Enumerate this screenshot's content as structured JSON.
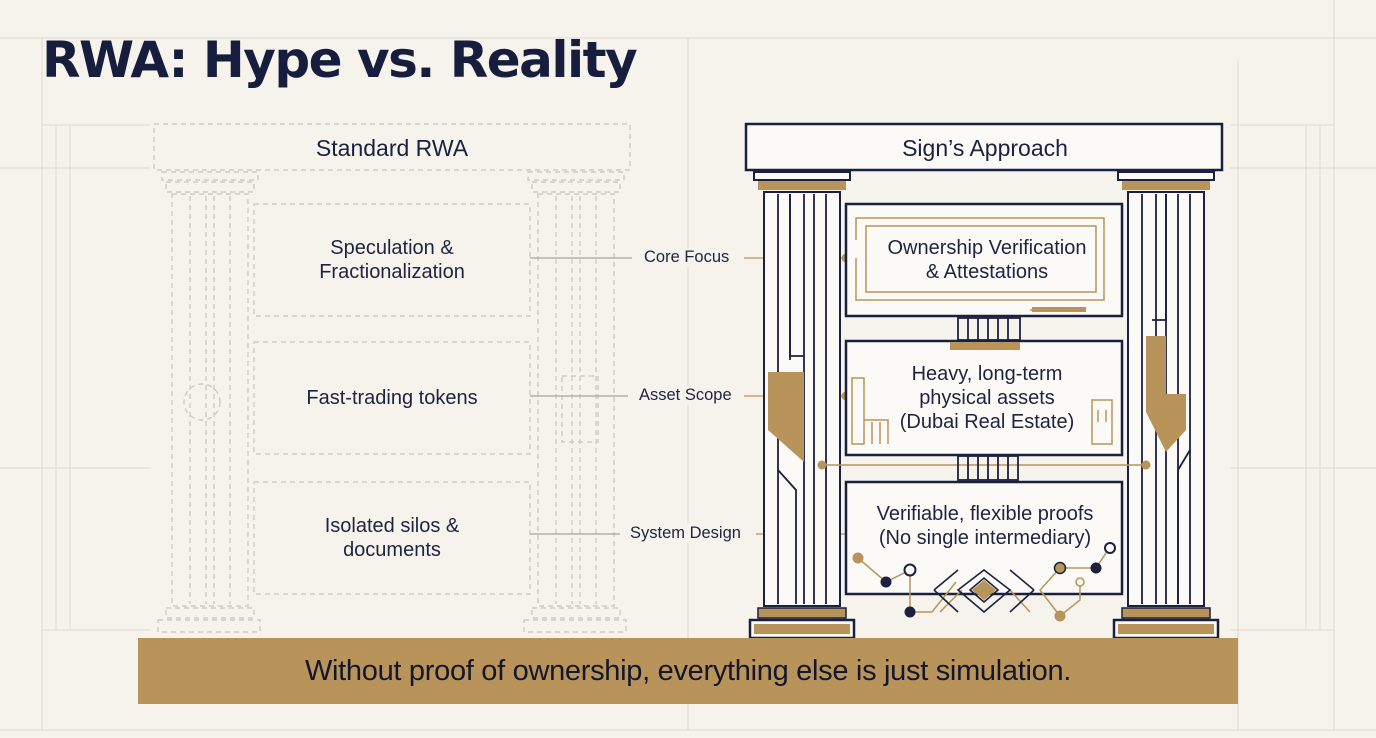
{
  "title": "RWA: Hype vs. Reality",
  "columns": {
    "left_header": "Standard RWA",
    "right_header": "Sign’s Approach"
  },
  "rows": [
    {
      "label": "Core Focus",
      "standard_line1": "Speculation &",
      "standard_line2": "Fractionalization",
      "sign_line1": "Ownership Verification",
      "sign_line2": "& Attestations"
    },
    {
      "label": "Asset Scope",
      "standard_line1": "Fast-trading tokens",
      "sign_line1": "Heavy, long-term",
      "sign_line2": "physical assets",
      "sign_line3": "(Dubai Real Estate)"
    },
    {
      "label": "System Design",
      "standard_line1": "Isolated silos &",
      "standard_line2": "documents",
      "sign_line1": "Verifiable, flexible proofs",
      "sign_line2": "(No single intermediary)"
    }
  ],
  "footer": "Without proof of ownership, everything else is just simulation.",
  "colors": {
    "navy": "#1b2040",
    "gold": "#b8945a",
    "paper": "#f5f3ec",
    "sketch": "#cfcbc2"
  }
}
